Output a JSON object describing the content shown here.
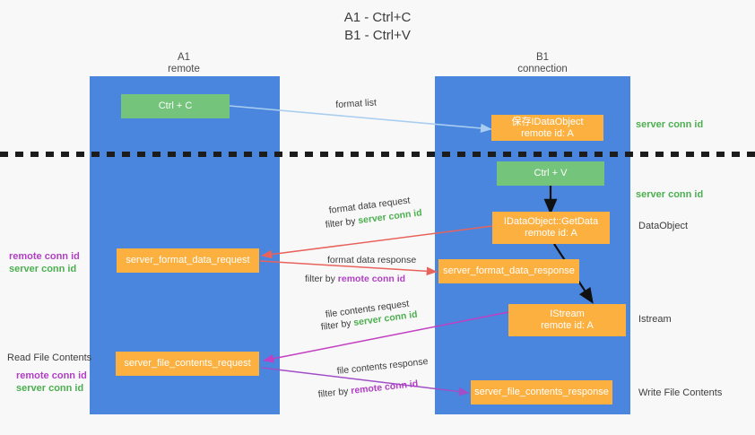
{
  "title": {
    "line1": "A1 - Ctrl+C",
    "line2": "B1 - Ctrl+V"
  },
  "columns": [
    {
      "name": "A1",
      "sub": "remote"
    },
    {
      "name": "B1",
      "sub": "connection"
    }
  ],
  "nodes": {
    "ctrl_c": {
      "label": "Ctrl + C"
    },
    "save_idataobject": {
      "line1": "保存IDataObject",
      "line2": "remote id: A"
    },
    "ctrl_v": {
      "label": "Ctrl + V"
    },
    "getdata": {
      "line1": "IDataObject::GetData",
      "line2": "remote id: A"
    },
    "format_data_request": {
      "label": "server_format_data_request"
    },
    "format_data_response": {
      "label": "server_format_data_response"
    },
    "istream": {
      "line1": "IStream",
      "line2": "remote id: A"
    },
    "file_contents_request": {
      "label": "server_file_contents_request"
    },
    "file_contents_response": {
      "label": "server_file_contents_response"
    }
  },
  "edges": {
    "format_list": "format list",
    "format_data_request": "format data request",
    "format_data_request_filter_pre": "filter by ",
    "format_data_request_filter_key": "server conn id",
    "format_data_response": "format data response",
    "format_data_response_filter_pre": "filter by ",
    "format_data_response_filter_key": "remote conn id",
    "file_contents_request": "file contents request",
    "file_contents_request_filter_pre": "filter by ",
    "file_contents_request_filter_key": "server conn id",
    "file_contents_response": "file contents response",
    "file_contents_response_filter_pre": "filter by ",
    "file_contents_response_filter_key": "remote conn id"
  },
  "annotations": {
    "right_server_conn_id_top": "server conn id",
    "right_server_conn_id_mid": "server conn id",
    "right_dataobject": "DataObject",
    "right_istream": "Istream",
    "right_write_file_contents": "Write File Contents",
    "left_remote_conn_id_1": "remote conn id",
    "left_server_conn_id_1": "server conn id",
    "left_read_file_contents": "Read File Contents",
    "left_remote_conn_id_2": "remote conn id",
    "left_server_conn_id_2": "server conn id"
  },
  "colors": {
    "lane": "#4a86dd",
    "node_green": "#74c47c",
    "node_orange": "#fbb040",
    "arrow_blue": "#a8cdf0",
    "arrow_red": "#e8635c",
    "arrow_magenta": "#c23ec2",
    "arrow_purple": "#a14fc7",
    "arrow_black": "#111111",
    "key_green": "#4caf50",
    "key_purple": "#b13fc4",
    "background": "#f8f8f8"
  }
}
